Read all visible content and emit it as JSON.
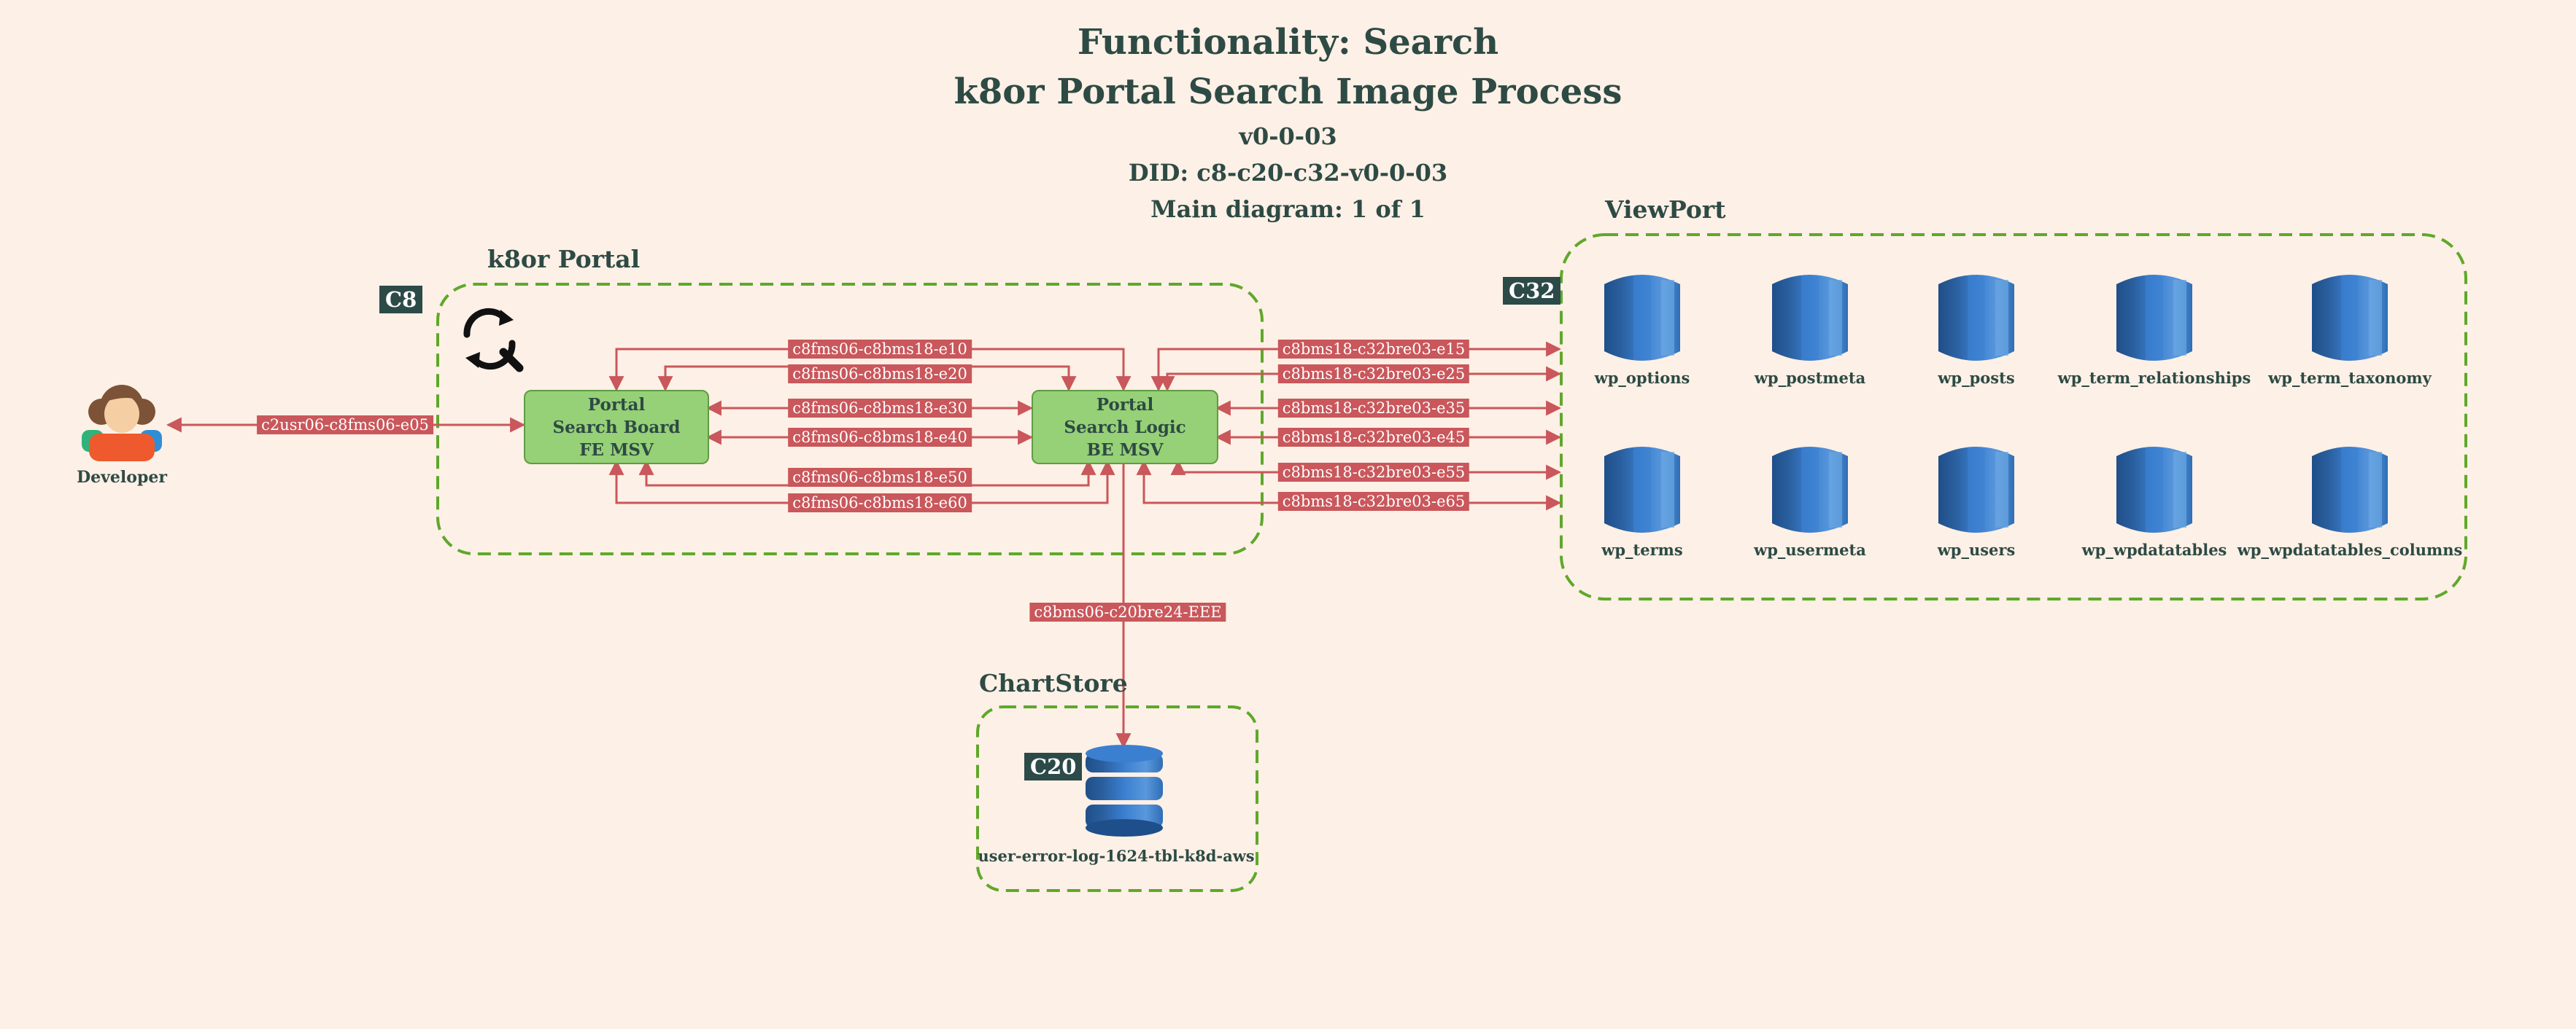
{
  "title": {
    "line1": "Functionality: Search",
    "line2": "k8or Portal Search Image Process",
    "version": "v0-0-03",
    "did": "DID: c8-c20-c32-v0-0-03",
    "main": "Main diagram: 1 of 1"
  },
  "groups": {
    "portal": {
      "label": "k8or Portal",
      "tag": "C8"
    },
    "viewport": {
      "label": "ViewPort",
      "tag": "C32"
    },
    "chartstore": {
      "label": "ChartStore",
      "tag": "C20"
    }
  },
  "actor": {
    "label": "Developer",
    "icon": "people-group-icon"
  },
  "nodes": {
    "fe": {
      "line1": "Portal",
      "line2": "Search Board",
      "line3": "FE MSV"
    },
    "be": {
      "line1": "Portal",
      "line2": "Search Logic",
      "line3": "BE MSV"
    }
  },
  "search_icon": "search-refresh-icon",
  "edges": {
    "dev": "c2usr06-c8fms06-e05",
    "e10": "c8fms06-c8bms18-e10",
    "e20": "c8fms06-c8bms18-e20",
    "e30": "c8fms06-c8bms18-e30",
    "e40": "c8fms06-c8bms18-e40",
    "e50": "c8fms06-c8bms18-e50",
    "e60": "c8fms06-c8bms18-e60",
    "v15": "c8bms18-c32bre03-e15",
    "v25": "c8bms18-c32bre03-e25",
    "v35": "c8bms18-c32bre03-e35",
    "v45": "c8bms18-c32bre03-e45",
    "v55": "c8bms18-c32bre03-e55",
    "v65": "c8bms18-c32bre03-e65",
    "store": "c8bms06-c20bre24-EEE"
  },
  "tables": {
    "t1": "wp_options",
    "t2": "wp_postmeta",
    "t3": "wp_posts",
    "t4": "wp_term_relationships",
    "t5": "wp_term_taxonomy",
    "t6": "wp_terms",
    "t7": "wp_usermeta",
    "t8": "wp_users",
    "t9": "wp_wpdatatables",
    "t10": "wp_wpdatatables_columns"
  },
  "dynamo_table": "user-error-log-1624-tbl-k8d-aws",
  "colors": {
    "background": "#fdf0e6",
    "heading": "#2e4a44",
    "edge": "#c9575b",
    "group_border": "#5fa82a",
    "node_fill": "#96d077",
    "db_blue": "#2f6eb5"
  }
}
